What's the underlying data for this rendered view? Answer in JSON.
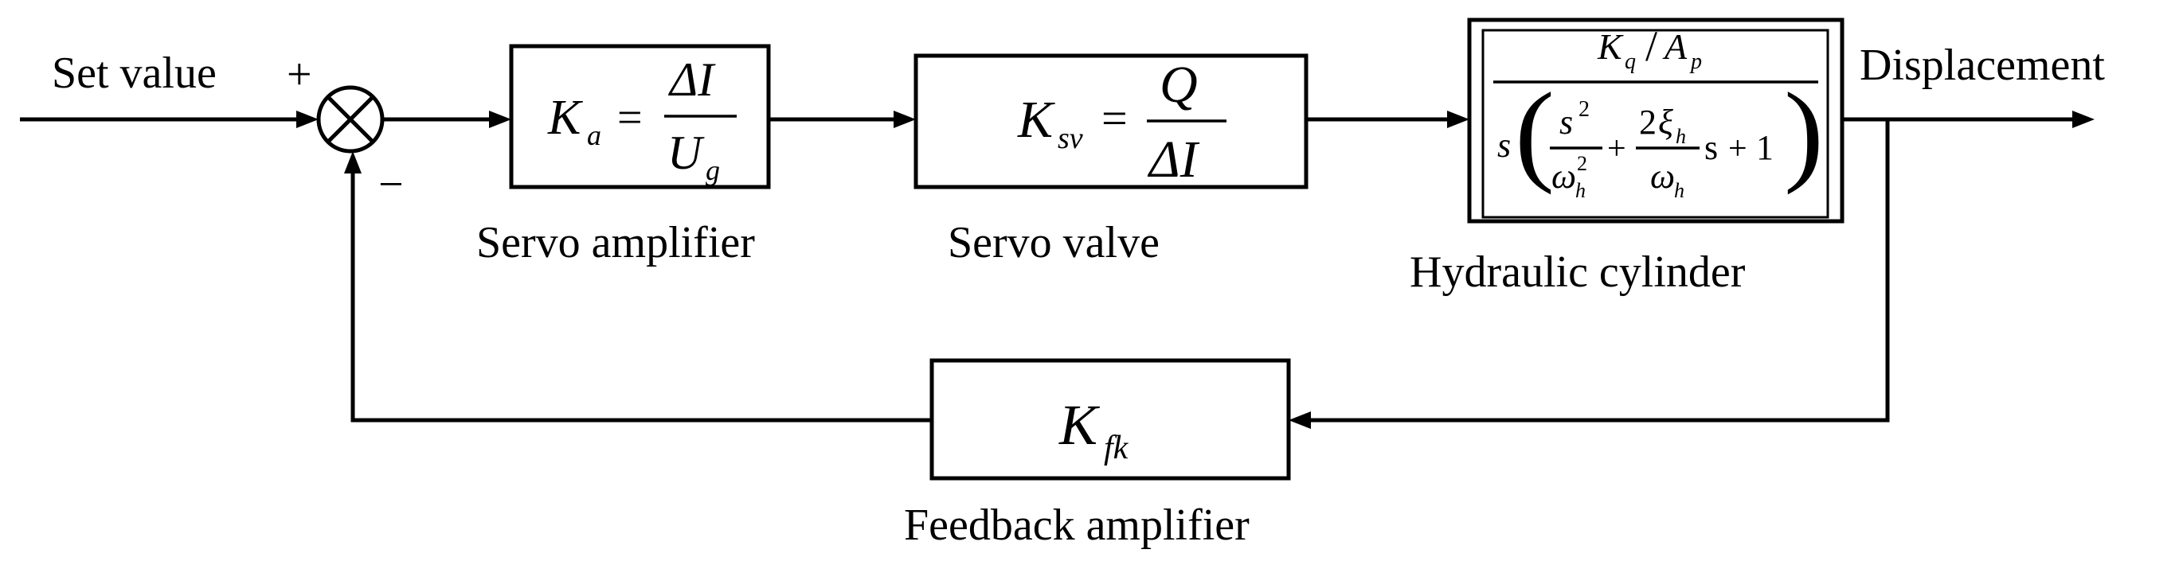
{
  "labels": {
    "input": "Set value",
    "plus": "+",
    "minus": "−",
    "output": "Displacement",
    "amp": "Servo amplifier",
    "valve": "Servo valve",
    "cyl": "Hydraulic cylinder",
    "fb": "Feedback amplifier"
  },
  "amp_tf": {
    "lhs": "K",
    "lhs_sub": "a",
    "eq": "=",
    "num": "ΔI",
    "den": "U",
    "den_sub": "g"
  },
  "valve_tf": {
    "lhs": "K",
    "lhs_sub": "sv",
    "eq": "=",
    "num": "Q",
    "den": "ΔI"
  },
  "cyl_tf": {
    "num_k": "K",
    "num_k_sub": "q",
    "num_slash": "/",
    "num_a": "A",
    "num_a_sub": "p",
    "s": "s",
    "t1_num": "s",
    "t1_num_sup": "2",
    "t1_den": "ω",
    "t1_den_sub": "h",
    "t1_den_sup": "2",
    "plus1": "+",
    "t2_num_coef": "2",
    "t2_num": "ξ",
    "t2_num_sub": "h",
    "t2_den": "ω",
    "t2_den_sub": "h",
    "t2_s": "s",
    "plus2": "+",
    "one": "1",
    "lparen": "(",
    "rparen": ")"
  },
  "fb_tf": {
    "lhs": "K",
    "lhs_sub": "fk"
  }
}
